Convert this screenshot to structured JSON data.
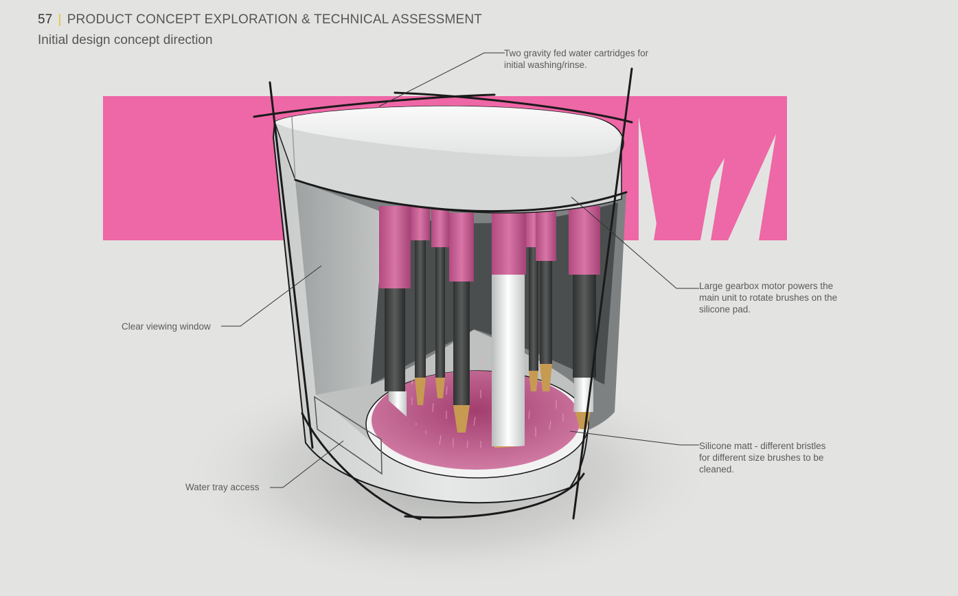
{
  "header": {
    "page_number": "57",
    "separator": "|",
    "title": "PRODUCT CONCEPT EXPLORATION & TECHNICAL ASSESSMENT",
    "subtitle": "Initial design concept direction"
  },
  "callouts": {
    "cartridges": {
      "line1": "Two gravity fed water cartridges for",
      "line2": "initial washing/rinse."
    },
    "gearbox": {
      "line1": "Large gearbox motor powers the",
      "line2": "main unit to rotate brushes on the",
      "line3": "silicone pad."
    },
    "window": {
      "text": "Clear viewing window"
    },
    "silicone": {
      "line1": "Silicone matt - different bristles",
      "line2": "for different size brushes to be",
      "line3": "cleaned."
    },
    "tray": {
      "text": "Water tray access"
    }
  },
  "colors": {
    "background": "#e3e4e2",
    "brand_pink": "#ee67a6",
    "divider_yellow": "#e8c12a",
    "sketch_line": "#1a1a1a",
    "brush_pink": "#c95a92",
    "brush_dark": "#4a4c4c",
    "silicone_pad": "#c9628f"
  },
  "icons": {
    "product": "brush-cleaner-render"
  }
}
